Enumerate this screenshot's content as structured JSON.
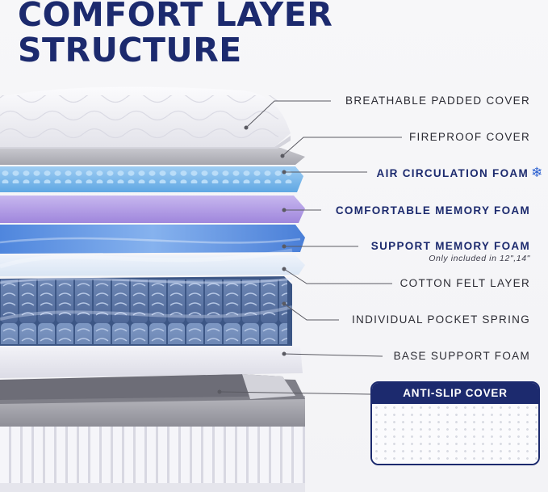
{
  "title_line1": "COMFORT LAYER",
  "title_line2": "STRUCTURE",
  "layers": [
    {
      "label": "BREATHABLE PADDED COVER",
      "highlight": false
    },
    {
      "label": "FIREPROOF COVER",
      "highlight": false
    },
    {
      "label": "AIR CIRCULATION FOAM",
      "highlight": true,
      "icon": "snowflake-icon",
      "icon_glyph": "❄"
    },
    {
      "label": "COMFORTABLE MEMORY FOAM",
      "highlight": true
    },
    {
      "label": "SUPPORT MEMORY FOAM",
      "highlight": true,
      "note": "Only included in 12\",14\""
    },
    {
      "label": "COTTON FELT LAYER",
      "highlight": false
    },
    {
      "label": "INDIVIDUAL POCKET SPRING",
      "highlight": false
    },
    {
      "label": "BASE SUPPORT FOAM",
      "highlight": false
    }
  ],
  "anti_slip": {
    "label": "ANTI-SLIP COVER"
  },
  "colors": {
    "brand_navy": "#1c2a6e",
    "accent_blue": "#2a5fd0",
    "label_gray": "#2b2b33"
  }
}
